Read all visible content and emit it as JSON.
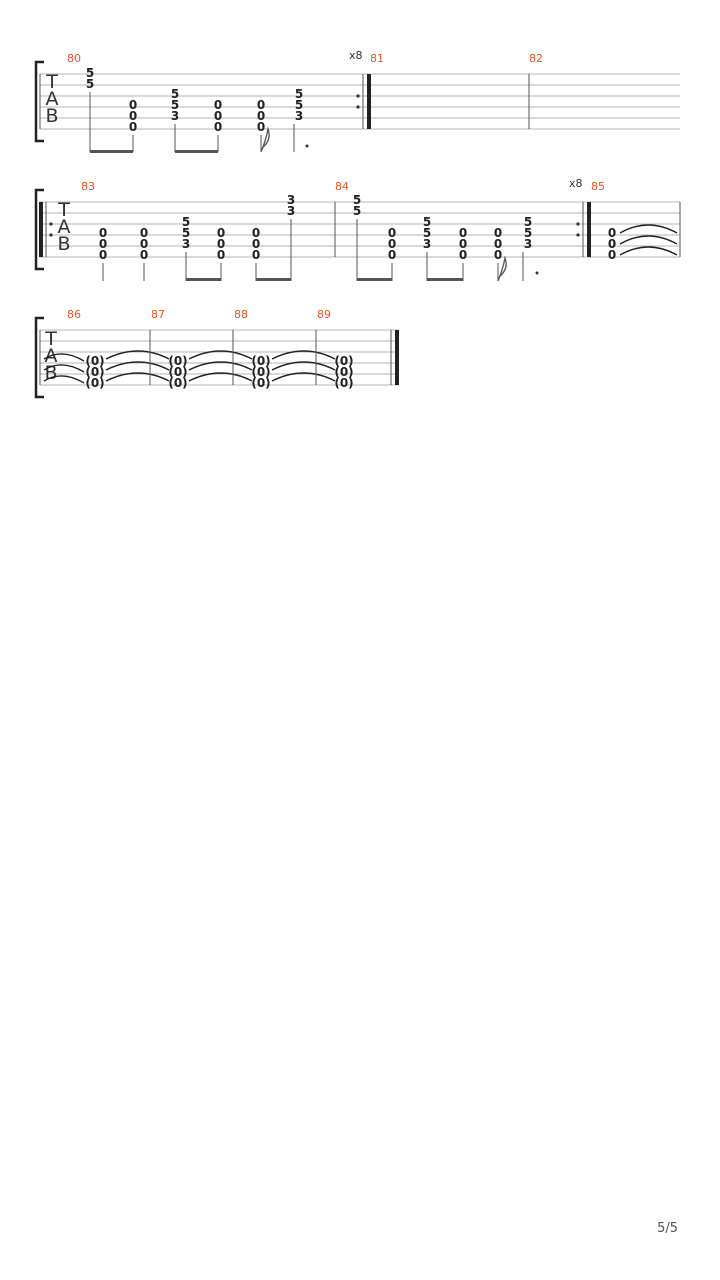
{
  "document": {
    "type": "guitar tablature",
    "page_number": "5/5",
    "tab_clef": [
      "T",
      "A",
      "B"
    ],
    "systems": [
      {
        "measures": [
          {
            "number": "80",
            "repeat_end": "x8",
            "columns": [
              [
                "5",
                "5"
              ],
              [
                "0",
                "0",
                "0"
              ],
              [
                "5",
                "5",
                "3"
              ],
              [
                "0",
                "0",
                "0"
              ],
              [
                "0",
                "0",
                "0"
              ],
              [
                "5",
                "5",
                "3"
              ]
            ]
          },
          {
            "number": "81",
            "repeat_start": true,
            "columns": []
          },
          {
            "number": "82",
            "columns": []
          }
        ]
      },
      {
        "measures": [
          {
            "number": "83",
            "repeat_start": true,
            "columns": [
              [
                "0",
                "0",
                "0"
              ],
              [
                "0",
                "0",
                "0"
              ],
              [
                "5",
                "5",
                "3"
              ],
              [
                "0",
                "0",
                "0"
              ],
              [
                "0",
                "0",
                "0"
              ],
              [
                "3",
                "3"
              ]
            ]
          },
          {
            "number": "84",
            "repeat_end": "x8",
            "columns": [
              [
                "5",
                "5"
              ],
              [
                "0",
                "0",
                "0"
              ],
              [
                "5",
                "5",
                "3"
              ],
              [
                "0",
                "0",
                "0"
              ],
              [
                "0",
                "0",
                "0"
              ],
              [
                "5",
                "5",
                "3"
              ]
            ]
          },
          {
            "number": "85",
            "repeat_start": true,
            "columns": [
              [
                "0",
                "0",
                "0"
              ]
            ]
          }
        ]
      },
      {
        "measures": [
          {
            "number": "86",
            "columns": [
              [
                "(0)",
                "(0)",
                "(0)"
              ]
            ]
          },
          {
            "number": "87",
            "columns": [
              [
                "(0)",
                "(0)",
                "(0)"
              ]
            ]
          },
          {
            "number": "88",
            "columns": [
              [
                "(0)",
                "(0)",
                "(0)"
              ]
            ]
          },
          {
            "number": "89",
            "columns": [
              [
                "(0)",
                "(0)",
                "(0)"
              ]
            ],
            "final_barline": true
          }
        ]
      }
    ]
  }
}
